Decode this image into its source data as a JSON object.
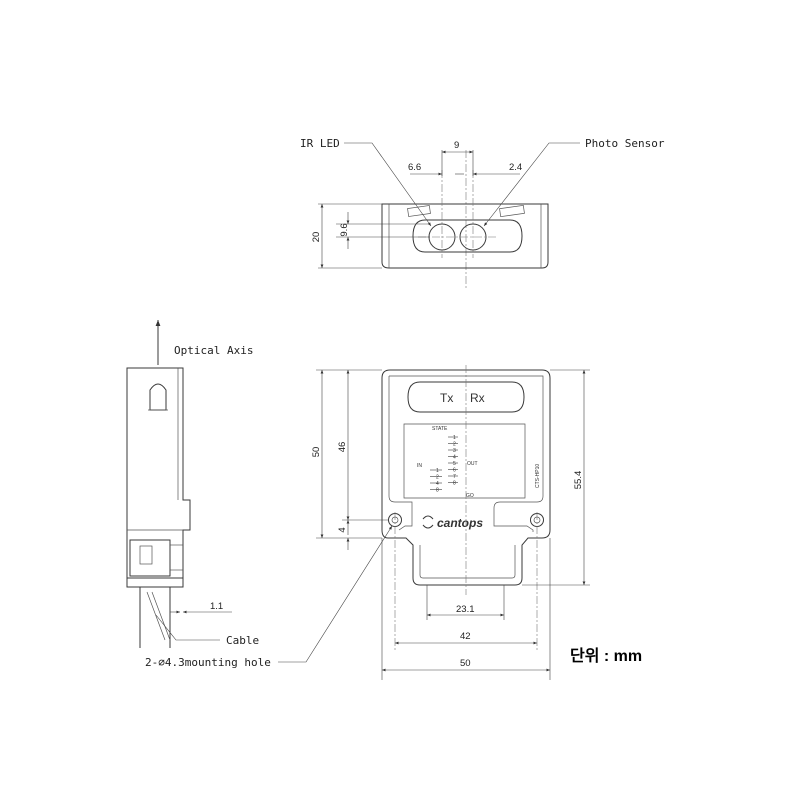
{
  "labels": {
    "ir_led": "IR LED",
    "photo_sensor": "Photo Sensor",
    "optical_axis": "Optical Axis",
    "cable": "Cable",
    "mounting_hole": "2-⌀4.3mounting hole",
    "unit": "단위 : mm"
  },
  "dimensions": {
    "top_9": "9",
    "top_6_6": "6.6",
    "top_2_4": "2.4",
    "top_9_6": "9.6",
    "top_20": "20",
    "front_50_height": "50",
    "front_46": "46",
    "front_4": "4",
    "front_55_4": "55.4",
    "front_23_1": "23.1",
    "front_42": "42",
    "front_50_width": "50",
    "side_1_1": "1.1"
  },
  "panel": {
    "tx": "Tx",
    "rx": "Rx",
    "state": "STATE",
    "in": "IN",
    "out": "OUT",
    "go": "GO",
    "model": "CTS-HP10",
    "brand": "cantops",
    "in_nums": [
      "1",
      "2",
      "4",
      "8"
    ],
    "out_nums": [
      "1",
      "2",
      "3",
      "4",
      "5",
      "6",
      "7",
      "8"
    ]
  }
}
